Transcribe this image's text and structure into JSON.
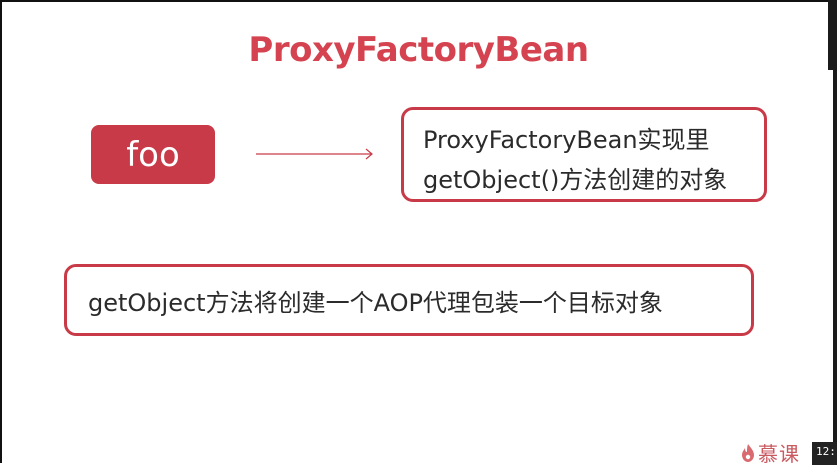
{
  "slide": {
    "title": "ProxyFactoryBean",
    "source_label": "foo",
    "result_lines": [
      "ProxyFactoryBean实现里",
      "getObject()方法创建的对象"
    ],
    "note": "getObject方法将创建一个AOP代理包装一个目标对象"
  },
  "watermark": {
    "text": "慕课",
    "icon": "flame-logo-icon"
  },
  "player": {
    "timestamp": "12:"
  },
  "colors": {
    "accent": "#c93a48",
    "title": "#d4434f",
    "text": "#2b2b2b"
  }
}
